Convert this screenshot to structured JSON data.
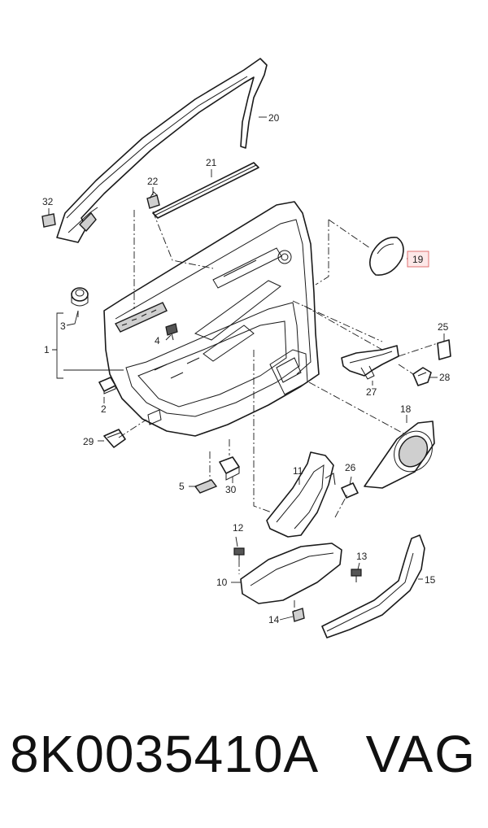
{
  "callouts": {
    "c1": "1",
    "c2": "2",
    "c3": "3",
    "c4": "4",
    "c5": "5",
    "c10": "10",
    "c11": "11",
    "c12": "12",
    "c13": "13",
    "c14": "14",
    "c15": "15",
    "c18": "18",
    "c19": "19",
    "c20": "20",
    "c21": "21",
    "c22": "22",
    "c25": "25",
    "c26": "26",
    "c27": "27",
    "c28": "28",
    "c29": "29",
    "c30": "30",
    "c32": "32"
  },
  "highlight": {
    "callout": "19",
    "border_color": "#e07070",
    "fill_color": "#fde8e8"
  },
  "footer": {
    "part_number": "8K0035410A",
    "brand": "VAG"
  }
}
